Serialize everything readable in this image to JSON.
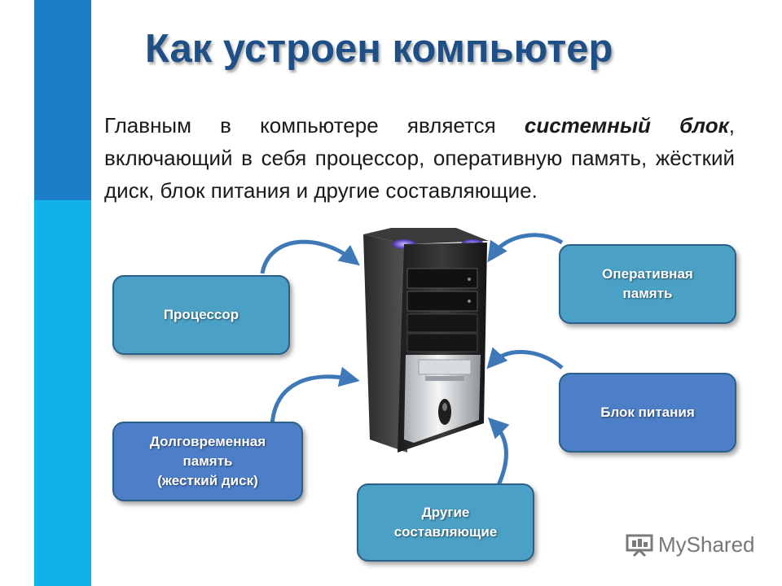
{
  "title": "Как устроен компьютер",
  "intro": {
    "before": "Главным в компьютере является ",
    "emphasis": "системный блок",
    "after": ", включающий в себя процессор, оперативную память, жёсткий диск, блок питания и другие составляющие."
  },
  "nodes": {
    "cpu": {
      "lines": [
        "Процессор"
      ]
    },
    "ram": {
      "lines": [
        "Оперативная",
        "память"
      ]
    },
    "hdd": {
      "lines": [
        "Долговременная",
        "память",
        "(жесткий диск)"
      ]
    },
    "psu": {
      "lines": [
        "Блок питания"
      ]
    },
    "other": {
      "lines": [
        "Другие",
        "составляющие"
      ]
    }
  },
  "logo": {
    "text": "MyShared",
    "icon": "presentation-board-icon"
  },
  "colors": {
    "band_top": "#1b7fc8",
    "band_bottom": "#10b2ec",
    "title": "#1e4f86",
    "node_teal": "#4ba1c5",
    "node_blue": "#4d7fc9",
    "arrow": "#3f78b7"
  }
}
